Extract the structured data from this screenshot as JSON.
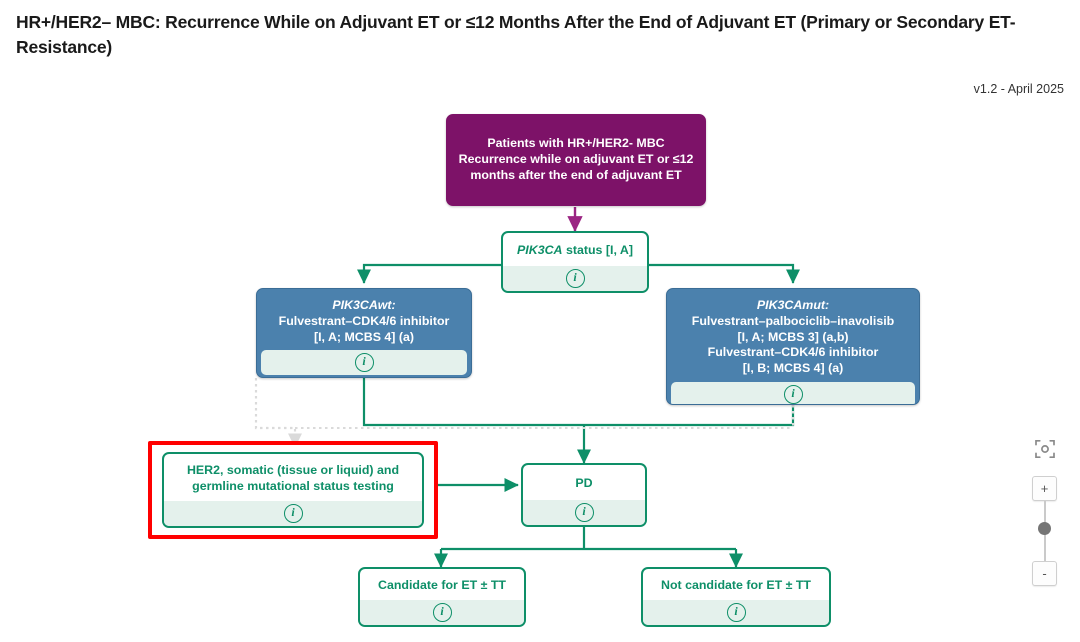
{
  "header": {
    "title": "HR+/HER2– MBC: Recurrence While on Adjuvant ET or ≤12 Months After the End of Adjuvant ET (Primary or Secondary ET-Resistance)",
    "version": "v1.2 - April 2025"
  },
  "colors": {
    "purple": "#7d1268",
    "blue": "#4b81ad",
    "green": "#0e8f68",
    "green_tint": "#e4f1ec",
    "highlight_red": "#ff0000",
    "connector": "#0e8f68",
    "connector_purple": "#9b2583",
    "connector_muted": "#d6d6d6"
  },
  "nodes": {
    "root": {
      "label": "Patients with HR+/HER2- MBC Recurrence while on adjuvant ET or ≤12 months after the end of adjuvant ET",
      "kind": "purple"
    },
    "pik3ca_status": {
      "gene": "PIK3CA",
      "label": " status [I, A]",
      "info_icon": "info-icon",
      "kind": "green"
    },
    "pik3ca_wt": {
      "gene": "PIK3CAwt:",
      "line2": "Fulvestrant–CDK4/6 inhibitor",
      "line3": "[I, A; MCBS 4] (a)",
      "info_icon": "info-icon",
      "kind": "blue"
    },
    "pik3ca_mut": {
      "gene": "PIK3CAmut:",
      "line2": "Fulvestrant–palbociclib–inavolisib",
      "line3": "[I, A; MCBS 3] (a,b)",
      "line4": "Fulvestrant–CDK4/6 inhibitor",
      "line5": "[I, B; MCBS 4] (a)",
      "info_icon": "info-icon",
      "kind": "blue"
    },
    "her2_testing": {
      "label": "HER2, somatic (tissue or liquid) and germline mutational status testing",
      "info_icon": "info-icon",
      "kind": "green",
      "highlighted": true
    },
    "pd": {
      "label": "PD",
      "info_icon": "info-icon",
      "kind": "green"
    },
    "candidate": {
      "label": "Candidate for ET ± TT",
      "info_icon": "info-icon",
      "kind": "green"
    },
    "not_candidate": {
      "label": "Not candidate for ET ± TT",
      "info_icon": "info-icon",
      "kind": "green"
    }
  },
  "zoom_controls": {
    "recenter_icon": "recenter-icon",
    "zoom_in_label": "+",
    "zoom_out_label": "-"
  }
}
